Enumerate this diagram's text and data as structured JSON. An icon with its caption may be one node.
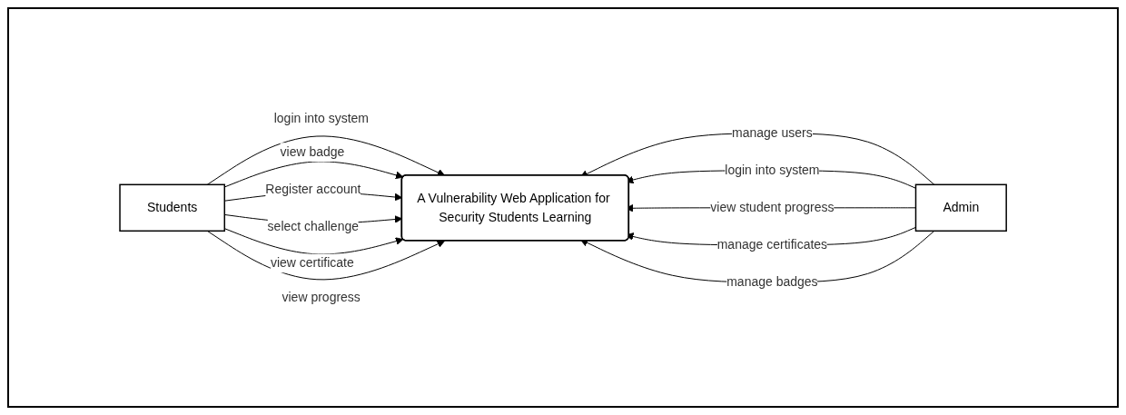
{
  "diagram": {
    "nodes": [
      {
        "text": [
          "Students"
        ]
      },
      {
        "text": [
          "A Vulnerability Web Application for Security Students Learning"
        ]
      },
      {
        "text": [
          "Admin"
        ]
      }
    ],
    "edges": [
      {
        "from": 0,
        "to": 1,
        "arrow": "to",
        "label": "login into system"
      },
      {
        "from": 0,
        "to": 1,
        "arrow": "to",
        "label": "view badge"
      },
      {
        "from": 0,
        "to": 1,
        "arrow": "to",
        "label": "Register account"
      },
      {
        "from": 0,
        "to": 1,
        "arrow": "to",
        "label": "select challenge"
      },
      {
        "from": 0,
        "to": 1,
        "arrow": "to",
        "label": "view certificate"
      },
      {
        "from": 0,
        "to": 1,
        "arrow": "to",
        "label": "view progress"
      },
      {
        "from": 2,
        "to": 1,
        "arrow": "to",
        "label": "manage users"
      },
      {
        "from": 2,
        "to": 1,
        "arrow": "to",
        "label": "login into system"
      },
      {
        "from": 2,
        "to": 1,
        "arrow": "to",
        "label": "view student progress"
      },
      {
        "from": 2,
        "to": 1,
        "arrow": "to",
        "label": "manage certificates"
      },
      {
        "from": 2,
        "to": 1,
        "arrow": "to",
        "label": "manage badges"
      }
    ]
  }
}
